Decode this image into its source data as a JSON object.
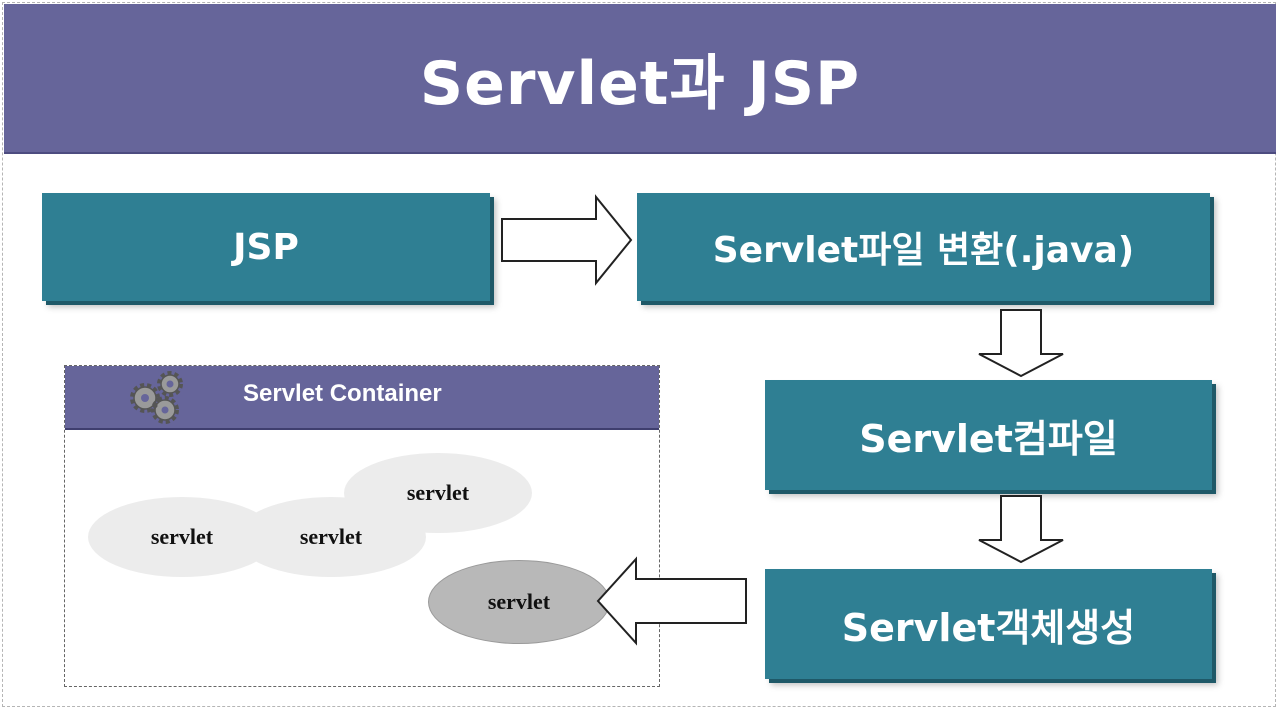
{
  "title": "Servlet과 JSP",
  "flow": {
    "jsp": "JSP",
    "convert": "Servlet파일 변환(.java)",
    "compile": "Servlet컴파일",
    "create": "Servlet객체생성"
  },
  "container": {
    "title": "Servlet Container",
    "icon": "gears-icon",
    "servlets": [
      "servlet",
      "servlet",
      "servlet",
      "servlet"
    ]
  },
  "colors": {
    "title_bar": "#66659a",
    "step_box": "#2f7f93",
    "arrow_fill": "#ffffff"
  }
}
